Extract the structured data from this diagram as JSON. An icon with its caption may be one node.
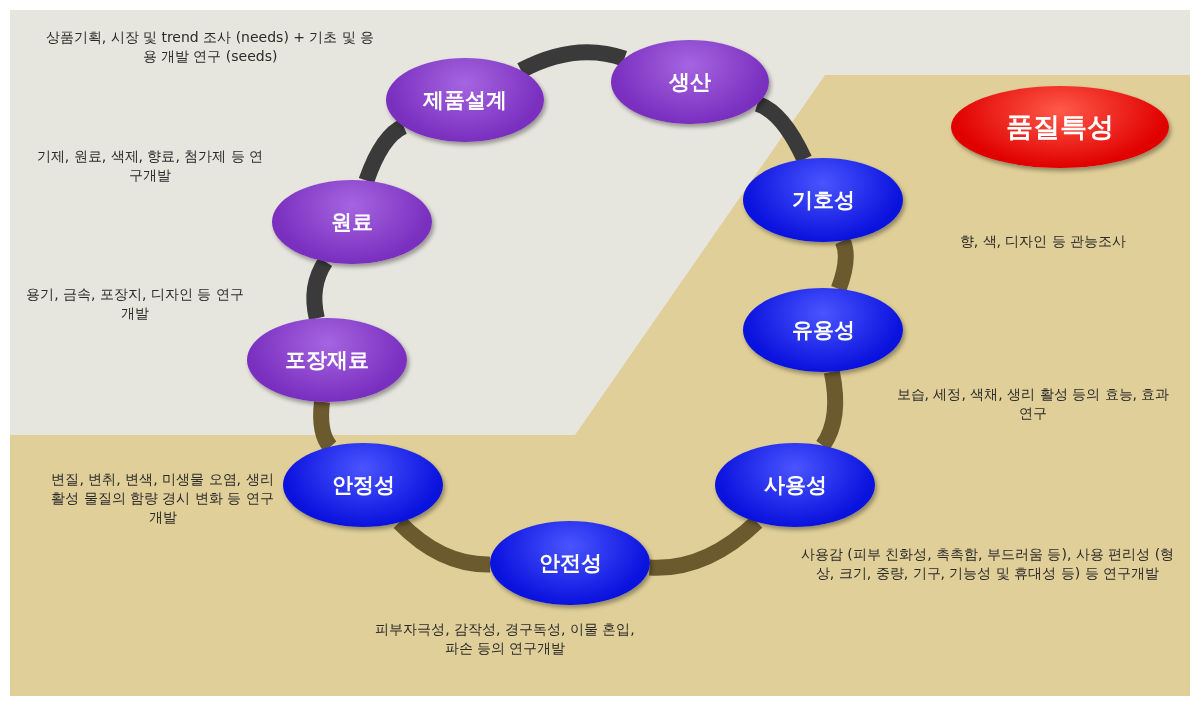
{
  "diagram": {
    "nodes": [
      {
        "text": [
          "제품설계"
        ],
        "beside": [
          "상품기획, 시장 및 trend 조사 (needs) + 기초 및 응용 개발 연구 (seeds)"
        ]
      },
      {
        "text": [
          "생산"
        ]
      },
      {
        "text": [
          "품질특성"
        ]
      },
      {
        "text": [
          "원료"
        ],
        "beside": [
          "기제, 원료, 색제, 향료, 첨가제 등 연구개발"
        ]
      },
      {
        "text": [
          "기호성"
        ]
      },
      {
        "text": [
          "유용성"
        ],
        "beside": [
          "보습, 세정, 색채, 생리 활성 등의 효능, 효과 연구"
        ]
      },
      {
        "text": [
          "포장재료"
        ],
        "beside": [
          "용기, 금속, 포장지, 디자인 등 연구개발"
        ]
      },
      {
        "text": [
          "안정성"
        ],
        "beside": [
          "변질, 변취, 변색, 미생물 오염, 생리 활성 물질의 함량 경시 변화 등 연구개발"
        ]
      },
      {
        "text": [
          "사용성"
        ],
        "beside": [
          "사용감 (피부 친화성, 촉촉함, 부드러움 등), 사용 편리성 (형상, 크기, 중량, 기구, 기능성 및 휴대성 등) 등 연구개발"
        ]
      },
      {
        "text": [
          "안전성"
        ],
        "beside": [
          "피부자극성, 감작성, 경구독성, 이물 혼입, 파손 등의 연구개발"
        ]
      }
    ],
    "edges": [
      {
        "from": 0,
        "to": 1,
        "arrow": "none",
        "color": "#3a3a3a"
      },
      {
        "from": 1,
        "to": 4,
        "arrow": "none",
        "color": "#3a3a3a"
      },
      {
        "from": 4,
        "to": 5,
        "arrow": "none"
      },
      {
        "from": 5,
        "to": 8,
        "arrow": "none"
      },
      {
        "from": 8,
        "to": 9,
        "arrow": "none"
      },
      {
        "from": 9,
        "to": 7,
        "arrow": "none"
      },
      {
        "from": 7,
        "to": 6,
        "arrow": "none"
      },
      {
        "from": 6,
        "to": 3,
        "arrow": "none",
        "color": "#3a3a3a"
      },
      {
        "from": 3,
        "to": 0,
        "arrow": "none",
        "color": "#3a3a3a"
      }
    ],
    "labels": [
      "향, 색, 디자인 등 관능조사"
    ]
  }
}
